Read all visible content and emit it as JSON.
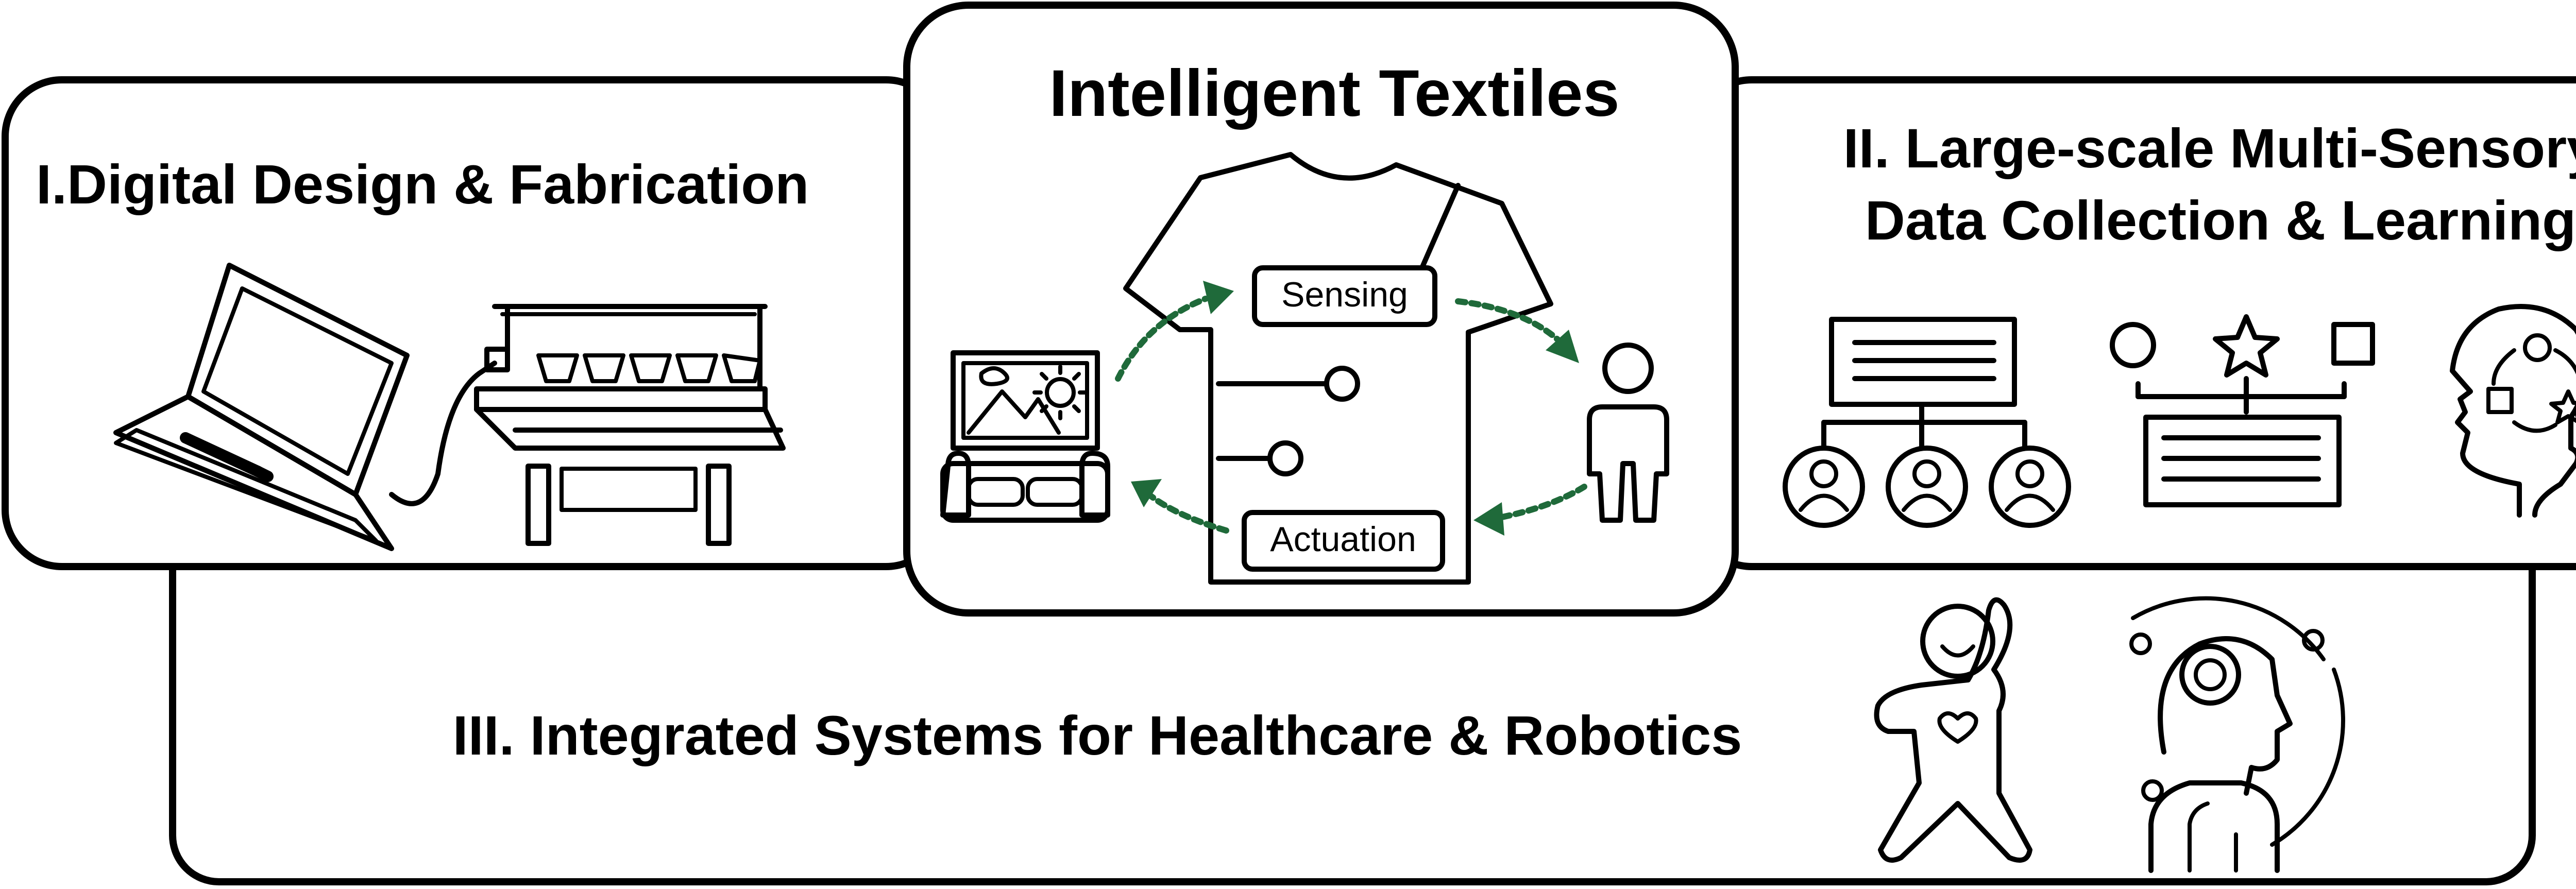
{
  "center": {
    "title": "Intelligent Textiles",
    "sensing_label": "Sensing",
    "actuation_label": "Actuation"
  },
  "section_1": {
    "title": "I.Digital Design & Fabrication"
  },
  "section_2": {
    "title_line1": "II. Large-scale Multi-Sensory",
    "title_line2": "Data Collection & Learning"
  },
  "section_3": {
    "title": "III. Integrated Systems for Healthcare & Robotics"
  },
  "icons": {
    "laptop": "laptop-icon",
    "knitting_machine": "knitting-machine-icon",
    "shirt": "shirt-icon",
    "living_room": "sofa-scene-icon",
    "person": "person-icon",
    "data_tree": "hierarchy-icon",
    "shapes_classify": "shapes-icon",
    "head_brain": "head-icon",
    "healthy_person": "fitness-icon",
    "robot": "robot-icon"
  },
  "colors": {
    "arrow": "#1f6a3a",
    "line": "#000000",
    "background": "#ffffff"
  }
}
